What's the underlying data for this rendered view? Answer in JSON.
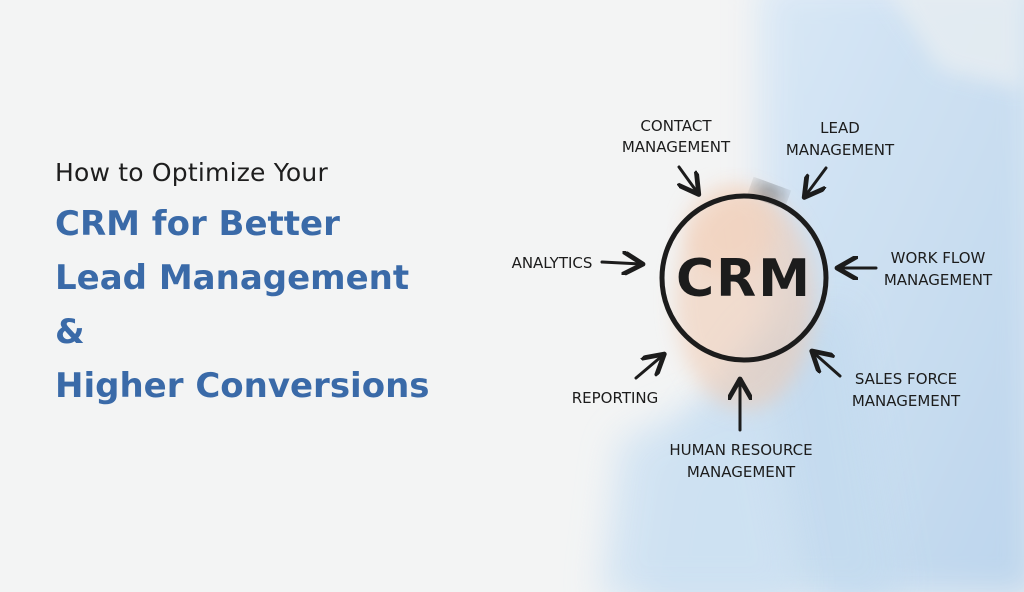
{
  "heading": {
    "subtitle": "How to Optimize Your",
    "lines": [
      "CRM for Better",
      "Lead Management",
      "&",
      "Higher Conversions"
    ]
  },
  "diagram": {
    "center": "CRM",
    "nodes": [
      {
        "id": "contact",
        "lines": [
          "CONTACT",
          "MANAGEMENT"
        ]
      },
      {
        "id": "lead",
        "lines": [
          "LEAD",
          "MANAGEMENT"
        ]
      },
      {
        "id": "analytics",
        "lines": [
          "ANALYTICS"
        ]
      },
      {
        "id": "workflow",
        "lines": [
          "WORK FLOW",
          "MANAGEMENT"
        ]
      },
      {
        "id": "reporting",
        "lines": [
          "REPORTING"
        ]
      },
      {
        "id": "salesforce",
        "lines": [
          "SALES FORCE",
          "MANAGEMENT"
        ]
      },
      {
        "id": "hr",
        "lines": [
          "HUMAN RESOURCE",
          "MANAGEMENT"
        ]
      }
    ]
  },
  "colors": {
    "title": "#3a6aa8",
    "subtitle": "#1e1e1e",
    "background": "#f3f4f4",
    "shirt": "#c9dff2",
    "ink": "#1c1c1c"
  }
}
